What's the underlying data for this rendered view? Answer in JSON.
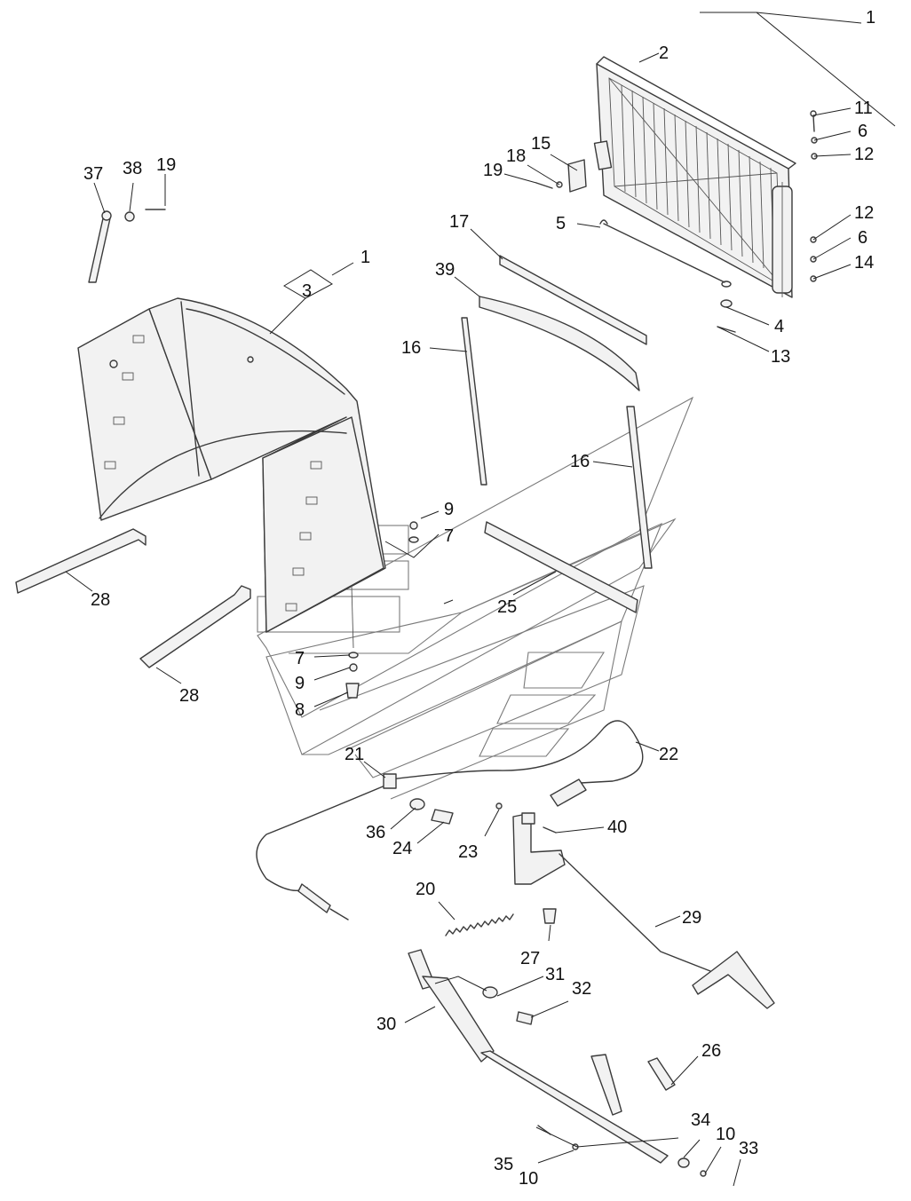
{
  "diagram": {
    "callouts": [
      {
        "id": "c1-top",
        "text": "1"
      },
      {
        "id": "c2",
        "text": "2"
      },
      {
        "id": "c11",
        "text": "11"
      },
      {
        "id": "c6-a",
        "text": "6"
      },
      {
        "id": "c12-a",
        "text": "12"
      },
      {
        "id": "c15",
        "text": "15"
      },
      {
        "id": "c18",
        "text": "18"
      },
      {
        "id": "c19-a",
        "text": "19"
      },
      {
        "id": "c5",
        "text": "5"
      },
      {
        "id": "c12-b",
        "text": "12"
      },
      {
        "id": "c6-b",
        "text": "6"
      },
      {
        "id": "c14",
        "text": "14"
      },
      {
        "id": "c4",
        "text": "4"
      },
      {
        "id": "c13",
        "text": "13"
      },
      {
        "id": "c17",
        "text": "17"
      },
      {
        "id": "c39",
        "text": "39"
      },
      {
        "id": "c37",
        "text": "37"
      },
      {
        "id": "c38",
        "text": "38"
      },
      {
        "id": "c19-b",
        "text": "19"
      },
      {
        "id": "c1-mid",
        "text": "1"
      },
      {
        "id": "c3",
        "text": "3"
      },
      {
        "id": "c16-a",
        "text": "16"
      },
      {
        "id": "c16-b",
        "text": "16"
      },
      {
        "id": "c9-a",
        "text": "9"
      },
      {
        "id": "c7-a",
        "text": "7"
      },
      {
        "id": "c28-a",
        "text": "28"
      },
      {
        "id": "c25",
        "text": "25"
      },
      {
        "id": "c28-b",
        "text": "28"
      },
      {
        "id": "c7-b",
        "text": "7"
      },
      {
        "id": "c9-b",
        "text": "9"
      },
      {
        "id": "c8",
        "text": "8"
      },
      {
        "id": "c21",
        "text": "21"
      },
      {
        "id": "c22",
        "text": "22"
      },
      {
        "id": "c36",
        "text": "36"
      },
      {
        "id": "c24",
        "text": "24"
      },
      {
        "id": "c23",
        "text": "23"
      },
      {
        "id": "c40",
        "text": "40"
      },
      {
        "id": "c20",
        "text": "20"
      },
      {
        "id": "c29",
        "text": "29"
      },
      {
        "id": "c27",
        "text": "27"
      },
      {
        "id": "c31",
        "text": "31"
      },
      {
        "id": "c32",
        "text": "32"
      },
      {
        "id": "c30",
        "text": "30"
      },
      {
        "id": "c26",
        "text": "26"
      },
      {
        "id": "c34",
        "text": "34"
      },
      {
        "id": "c10-a",
        "text": "10"
      },
      {
        "id": "c33",
        "text": "33"
      },
      {
        "id": "c35",
        "text": "35"
      },
      {
        "id": "c10-b",
        "text": "10"
      }
    ],
    "colors": {
      "line": "#3a3a3a",
      "text": "#111111",
      "watermark": "#7a7a7a",
      "background": "#ffffff"
    }
  }
}
